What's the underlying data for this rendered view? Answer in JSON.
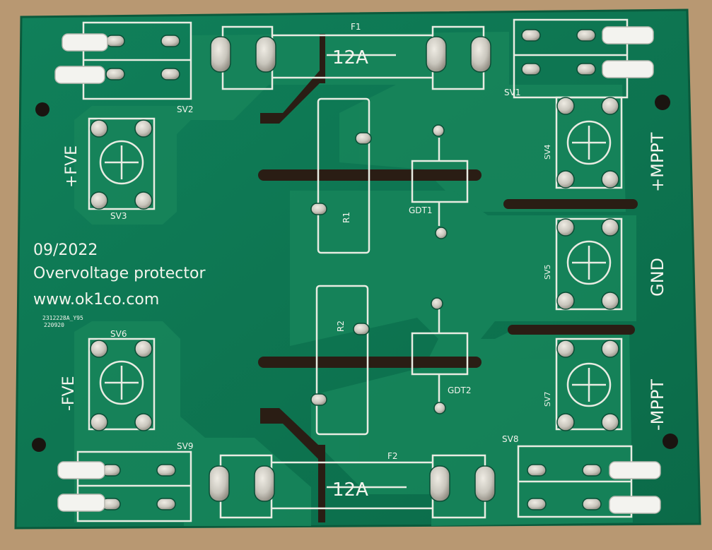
{
  "board": {
    "date_code": "09/2022",
    "title": "Overvoltage protector",
    "website": "www.ok1co.com",
    "lot_code_1": "2312228A_Y95",
    "lot_code_2": "220920"
  },
  "terminals": {
    "pos_fve": "+FVE",
    "neg_fve": "-FVE",
    "pos_mppt": "+MPPT",
    "gnd": "GND",
    "neg_mppt": "-MPPT"
  },
  "components": {
    "f1": "F1",
    "f2": "F2",
    "f1_rating": "12A",
    "f2_rating": "12A",
    "r1": "R1",
    "r2": "R2",
    "gdt1": "GDT1",
    "gdt2": "GDT2",
    "sv1": "SV1",
    "sv2": "SV2",
    "sv3": "SV3",
    "sv4": "SV4",
    "sv5": "SV5",
    "sv6": "SV6",
    "sv7": "SV7",
    "sv8": "SV8",
    "sv9": "SV9"
  },
  "colors": {
    "background": "#b89872",
    "pcb_green": "#0e7650",
    "copper_pour": "#17855b",
    "silkscreen": "#f2f4ec",
    "pad_tin": "#c9c6bd"
  }
}
